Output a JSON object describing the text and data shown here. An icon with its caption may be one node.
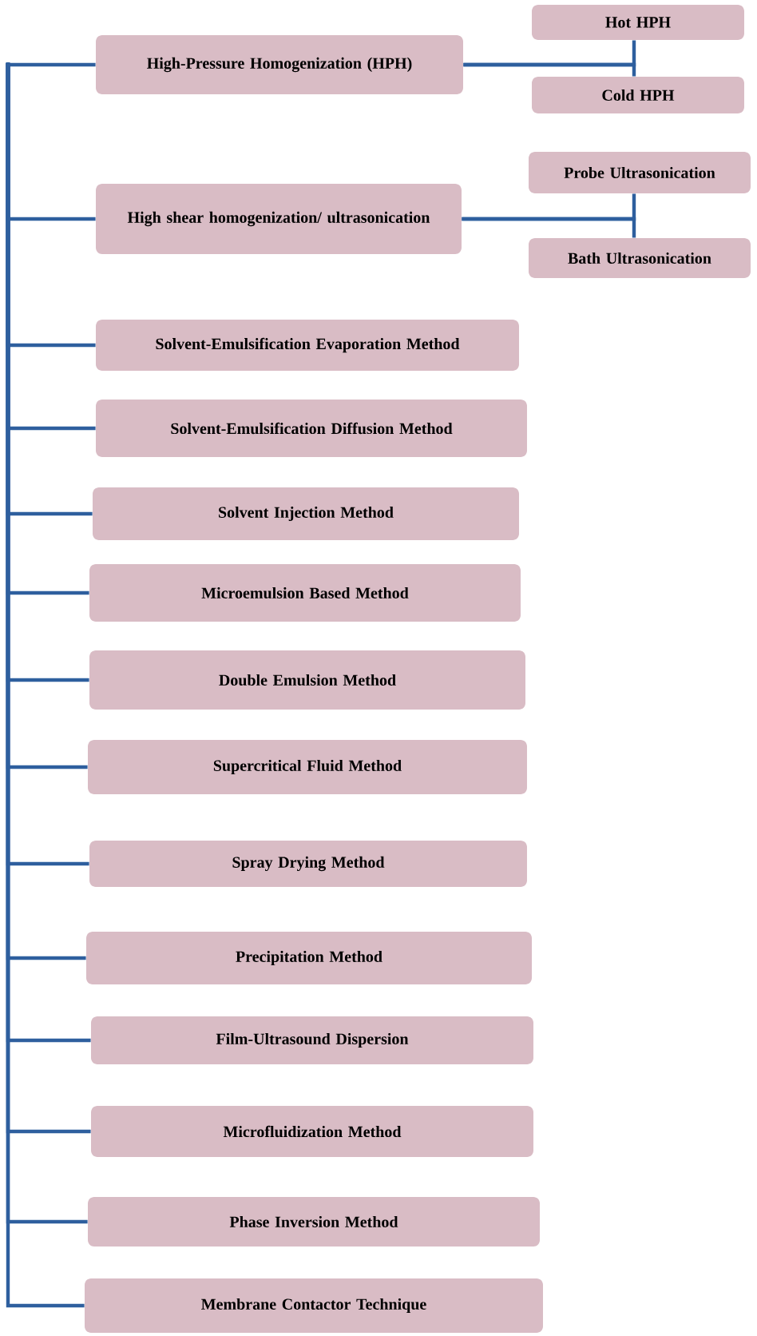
{
  "diagram": {
    "nodes": [
      {
        "text": [
          "High-Pressure Homogenization (HPH)"
        ]
      },
      {
        "text": [
          "Hot HPH"
        ]
      },
      {
        "text": [
          "Cold HPH"
        ]
      },
      {
        "text": [
          "High shear homogenization/ ultrasonication"
        ]
      },
      {
        "text": [
          "Probe Ultrasonication"
        ]
      },
      {
        "text": [
          "Bath Ultrasonication"
        ]
      },
      {
        "text": [
          "Solvent-Emulsification Evaporation Method"
        ]
      },
      {
        "text": [
          "Solvent-Emulsification Diffusion Method"
        ]
      },
      {
        "text": [
          "Solvent Injection Method"
        ]
      },
      {
        "text": [
          "Microemulsion Based Method"
        ]
      },
      {
        "text": [
          "Double Emulsion Method"
        ]
      },
      {
        "text": [
          "Supercritical Fluid Method"
        ]
      },
      {
        "text": [
          "Spray Drying Method"
        ]
      },
      {
        "text": [
          "Precipitation Method"
        ]
      },
      {
        "text": [
          "Film-Ultrasound Dispersion"
        ]
      },
      {
        "text": [
          "Microfluidization Method"
        ]
      },
      {
        "text": [
          "Phase Inversion Method"
        ]
      },
      {
        "text": [
          "Membrane Contactor Technique"
        ]
      }
    ],
    "edges": [
      {
        "from": null,
        "to": 0,
        "arrow": "none"
      },
      {
        "from": 0,
        "to": 1,
        "arrow": "none"
      },
      {
        "from": 0,
        "to": 2,
        "arrow": "none"
      },
      {
        "from": null,
        "to": 3,
        "arrow": "none"
      },
      {
        "from": 3,
        "to": 4,
        "arrow": "none"
      },
      {
        "from": 3,
        "to": 5,
        "arrow": "none"
      },
      {
        "from": null,
        "to": 6,
        "arrow": "none"
      },
      {
        "from": null,
        "to": 7,
        "arrow": "none"
      },
      {
        "from": null,
        "to": 8,
        "arrow": "none"
      },
      {
        "from": null,
        "to": 9,
        "arrow": "none"
      },
      {
        "from": null,
        "to": 10,
        "arrow": "none"
      },
      {
        "from": null,
        "to": 11,
        "arrow": "none"
      },
      {
        "from": null,
        "to": 12,
        "arrow": "none"
      },
      {
        "from": null,
        "to": 13,
        "arrow": "none"
      },
      {
        "from": null,
        "to": 14,
        "arrow": "none"
      },
      {
        "from": null,
        "to": 15,
        "arrow": "none"
      },
      {
        "from": null,
        "to": 16,
        "arrow": "none"
      },
      {
        "from": null,
        "to": 17,
        "arrow": "none"
      }
    ]
  }
}
